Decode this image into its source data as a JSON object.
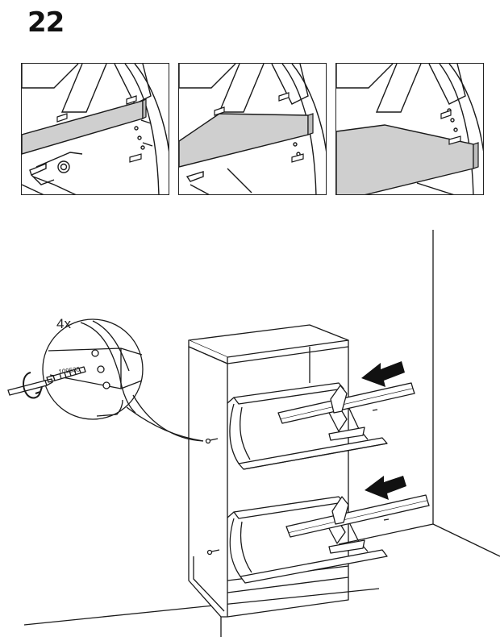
{
  "step": {
    "number": "22"
  },
  "callout": {
    "quantity": "4x",
    "part_number": "109535"
  },
  "colors": {
    "shelf_gray": "#cfcfcf",
    "line": "#1a1a1a",
    "arrow": "#111111"
  },
  "icons": {
    "rotate": "rotate-arrow-icon",
    "screwdriver": "screwdriver-icon",
    "push": "push-arrow-icon"
  }
}
